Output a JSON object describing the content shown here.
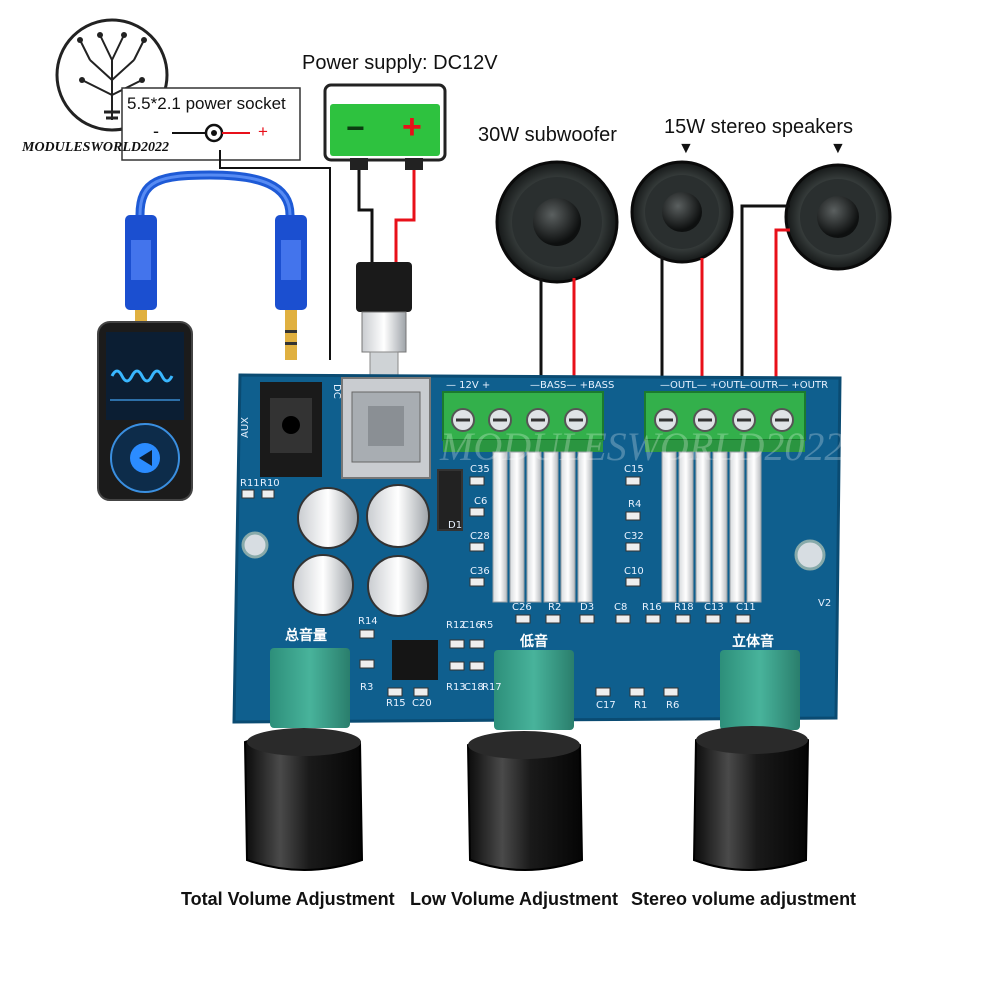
{
  "brand": {
    "name": "MODULESWORLD2022",
    "watermark": "MODULESWORLD2022"
  },
  "labels": {
    "power_supply": "Power supply: DC12V",
    "power_socket": "5.5*2.1 power socket",
    "socket_minus": "-",
    "socket_plus": "+",
    "battery_minus": "−",
    "battery_plus": "+",
    "subwoofer": "30W subwoofer",
    "stereo": "15W stereo speakers",
    "pointer": "▼"
  },
  "board": {
    "power_header": "— 12V +",
    "bass_header": "—BASS— +BASS",
    "outl_header": "—OUTL— +OUTL",
    "outr_header": "—OUTR— +OUTR",
    "aux": "AUX",
    "dc": "DC",
    "version": "V2",
    "cn_total": "总音量",
    "cn_bass": "低音",
    "cn_stereo": "立体音",
    "components": [
      "R11",
      "R10",
      "C35",
      "C6",
      "C28",
      "C36",
      "C15",
      "R4",
      "C32",
      "C10",
      "C26",
      "R2",
      "D3",
      "C8",
      "R16",
      "R18",
      "C13",
      "C11",
      "R14",
      "R12",
      "C16",
      "R5",
      "R3",
      "R15",
      "C20",
      "R13",
      "C18",
      "R17",
      "C17",
      "R1",
      "R6",
      "D1"
    ]
  },
  "captions": {
    "total": "Total Volume Adjustment",
    "low": "Low Volume Adjustment",
    "stereo": "Stereo volume adjustment"
  },
  "colors": {
    "board": "#0f5f8e",
    "terminal": "#33b04b",
    "battery": "#2ec23f",
    "wire_red": "#e8101a",
    "wire_black": "#111111",
    "cable_blue": "#1e5ad6"
  }
}
